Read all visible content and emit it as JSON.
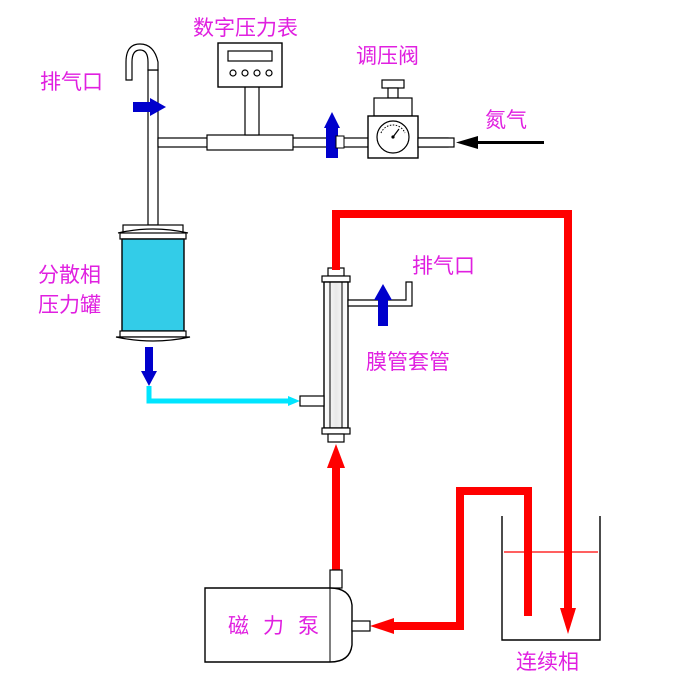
{
  "labels": {
    "digital_gauge": "数字压力表",
    "vent_top": "排气口",
    "regulator": "调压阀",
    "nitrogen": "氮气",
    "dispersed_tank_line1": "分散相",
    "dispersed_tank_line2": "压力罐",
    "vent_right": "排气口",
    "membrane_tube": "膜管套管",
    "pump": "磁力泵",
    "continuous_phase": "连续相"
  },
  "colors": {
    "continuous_flow": "#ff0000",
    "dispersed_flow": "#00e5ff",
    "tank_liquid": "#33cce8",
    "gas_arrow": "#0000cc",
    "label": "#e020e0",
    "outline": "#000000",
    "pipe_fill": "#ffffff"
  },
  "icons": {
    "vent_top_arrow": "arrow-right-icon",
    "gas_valve_arrow": "arrow-up-icon",
    "tank_outlet_arrow": "arrow-down-icon",
    "vent_right_arrow": "arrow-up-icon",
    "nitrogen_inlet_arrow": "arrow-left-icon"
  }
}
